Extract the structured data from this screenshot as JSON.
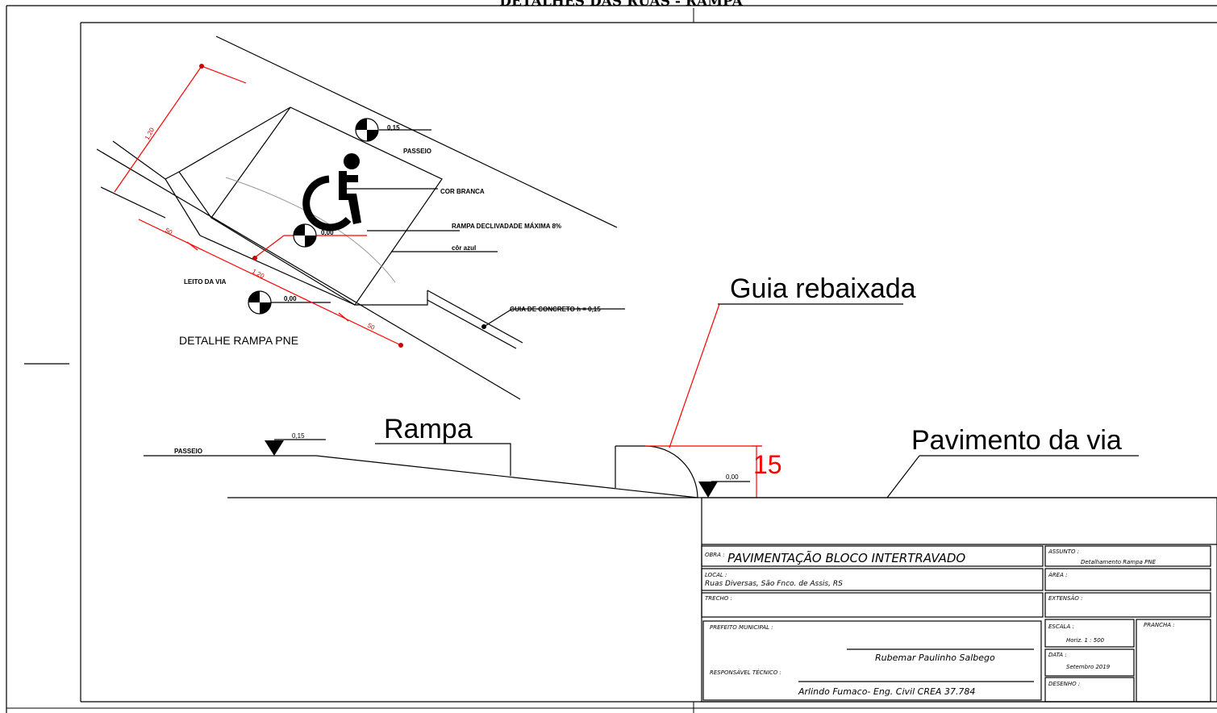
{
  "sheet": {
    "title": "DETALHES DAS RUAS - RAMPA"
  },
  "plan_detail": {
    "label_passeio": "PASSEIO",
    "level_top": "0,15",
    "label_cor_branca": "COR BRANCA",
    "label_rampa_declividade": "RAMPA DECLIVADADE MÁXIMA 8%",
    "level_mid": "0,00",
    "label_cor_azul": "côr azul",
    "label_leito": "LEITO DA VIA",
    "level_low": "0,00",
    "label_guia_concreto": "GUIA DE CONCRETO h = 0,15",
    "detail_title": "DETALHE RAMPA PNE",
    "dim_left_vertical": "1,20",
    "dim_50_a": "50",
    "dim_120": "1,20",
    "dim_50_b": "50"
  },
  "section_detail": {
    "label_guia_rebaixada": "Guia rebaixada",
    "label_rampa": "Rampa",
    "label_pavimento": "Pavimento da via",
    "label_passeio": "PASSEIO",
    "level_passeio": "0,15",
    "level_via": "0,00",
    "dim_curb": "15",
    "accent_red": "#ff0000"
  },
  "title_block": {
    "obra_label": "OBRA :",
    "obra_value": "PAVIMENTAÇÃO BLOCO INTERTRAVADO",
    "assunto_label": "ASSUNTO :",
    "assunto_value": "Detalhamento Rampa PNE",
    "local_label": "LOCAL :",
    "local_value": "Ruas Diversas, São Fnco. de Assis, RS",
    "area_label": "ÁREA :",
    "trecho_label": "TRECHO :",
    "extensao_label": "EXTENSÃO :",
    "prefeito_label": "PREFEITO MUNICIPAL :",
    "prefeito_name": "Rubemar Paulinho Salbego",
    "responsavel_label": "RESPONSÁVEL TÉCNICO :",
    "responsavel_name": "Arlindo Fumaco- Eng. Civil CREA 37.784",
    "escala_label": "ESCALA :",
    "escala_value": "Horiz. 1 : 500",
    "prancha_label": "PRANCHA :",
    "data_label": "DATA :",
    "data_value": "Setembro 2019",
    "desenho_label": "DESENHO :"
  }
}
